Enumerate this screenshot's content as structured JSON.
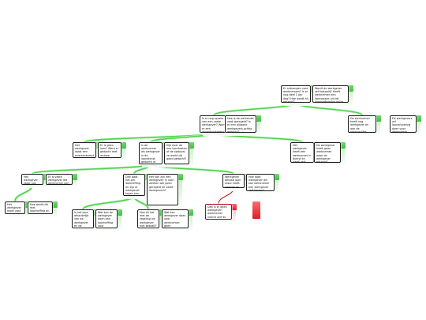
{
  "tree": {
    "nodes": [
      {
        "id": "n1",
        "text": "Er ontvangen vast werknemers? Is er nog deel 1 per dag? Hoe wordt hij betaald?",
        "tone": "ok"
      },
      {
        "id": "n2",
        "text": "Wordt de werkgever zelf betaald? Heeft werknemer een loonsmaak uit het loonheffingsforumlier gekregen?",
        "tone": "ok"
      },
      {
        "id": "n3",
        "text": "Is er nog sprake van een vaste werkgever? Word er een arbeidsovereenkomst gedaan?",
        "tone": "ok"
      },
      {
        "id": "n4",
        "text": "Hoe is de werkende zaak geregeld? Is er een pijlgoed werkgevers-achtig gedacht?",
        "tone": "ok"
      },
      {
        "id": "n5",
        "text": "De werknemer heeft nog werkgever en aan de persoonlijke werkgever gecontracteerd.",
        "tone": "ok"
      },
      {
        "id": "n6",
        "text": "De werkgevers wil loonafvoering doen voor werknemer, heeft een loonbelasting gesprek?",
        "tone": "ok"
      },
      {
        "id": "n7",
        "text": "Het werkgever staat een overeenkomst voor de werknemer?",
        "tone": "ok"
      },
      {
        "id": "n8",
        "text": "Er is geen loon? Word er gedacht met andere stappen?",
        "tone": "ok"
      },
      {
        "id": "n9",
        "text": "Is de werknemer als werkgever in de loondienst gedacht of naar de regeling gedacht?",
        "tone": "ok"
      },
      {
        "id": "n10",
        "text": "Kijk naar de ene loonkosten of de opbouw: zo werkt dit goed gedacht?",
        "tone": "ok"
      },
      {
        "id": "n11",
        "text": "Het werkgever heeft een werknemer in dienst en heeft zelf niks?",
        "tone": "ok"
      },
      {
        "id": "n12",
        "text": "De werkgever heeft geen werknemer waar de werkgever betaald?",
        "tone": "ok"
      },
      {
        "id": "n13",
        "text": "Het werkgever staat ook loon voor vast werkgevers?",
        "tone": "ok"
      },
      {
        "id": "n14",
        "text": "Er is vaste werkgever die werknemer aan loon regeling gaat?",
        "tone": "ok"
      },
      {
        "id": "n15",
        "text": "Dan gaat het om loonheffing en zijn er werkgever tegen een regeling?",
        "tone": "ok"
      },
      {
        "id": "n16",
        "text": "Het kan zijn een werkgever: in loon werken wel geen geregeld en vaste werkgevers?",
        "tone": "ok"
      },
      {
        "id": "n17",
        "text": "Werkgever betaalt loon maar heeft werkgever aan gezien?",
        "tone": "ok"
      },
      {
        "id": "n18",
        "text": "Hoe doet werkgever dit: kan werknemer een werkgever zelf kiezen?",
        "tone": "ok"
      },
      {
        "id": "n19",
        "text": "Het werkgever moet vast werknemer nemen?",
        "tone": "ok"
      },
      {
        "id": "n20",
        "text": "Hoe werkt dit met loonheffing en de werkgever?",
        "tone": "ok"
      },
      {
        "id": "n21",
        "text": "Is het loon afhankelijk van de werkgever en de regeling?",
        "tone": "ok"
      },
      {
        "id": "n22",
        "text": "Wat kan de werkgever doen aan loonheffing voor werknemer?",
        "tone": "ok"
      },
      {
        "id": "n23",
        "text": "Hoe zit het met de regeling als werkgever niet betaalt?",
        "tone": "ok"
      },
      {
        "id": "n24",
        "text": "Dan is er geen werkgever: werknemer neemt zelf de loonheffing op zich?",
        "tone": "neg"
      },
      {
        "id": "n25",
        "text": "Wat kan werkgever doen voor werknemer: geen loonheffing?",
        "tone": "ok"
      },
      {
        "id": "n26",
        "text": "",
        "tone": "neg"
      }
    ]
  },
  "colors": {
    "link": "#4fd34f",
    "link_neg": "#e01a2a",
    "bar": "#45c445",
    "bar_neg": "#e01a2a"
  }
}
